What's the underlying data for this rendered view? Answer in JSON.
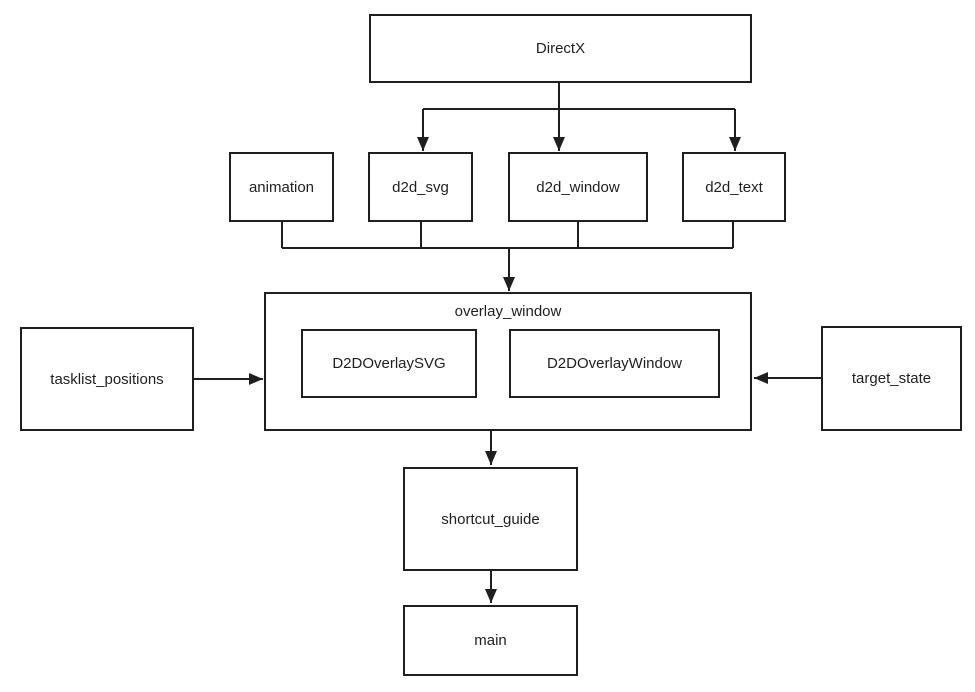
{
  "diagram": {
    "kind": "dependency-flowchart",
    "colors": {
      "background": "#ffffff",
      "line": "#1f1f1f",
      "box_border": "#1f1f1f",
      "box_fill": "#ffffff",
      "text": "#1f1f1f"
    },
    "nodes": {
      "directx": {
        "label": "DirectX"
      },
      "animation": {
        "label": "animation"
      },
      "d2d_svg": {
        "label": "d2d_svg"
      },
      "d2d_window": {
        "label": "d2d_window"
      },
      "d2d_text": {
        "label": "d2d_text"
      },
      "overlay_window": {
        "label": "overlay_window"
      },
      "d2d_overlay_svg": {
        "label": "D2DOverlaySVG"
      },
      "d2d_overlay_window": {
        "label": "D2DOverlayWindow"
      },
      "tasklist_positions": {
        "label": "tasklist_positions"
      },
      "target_state": {
        "label": "target_state"
      },
      "shortcut_guide": {
        "label": "shortcut_guide"
      },
      "main": {
        "label": "main"
      }
    },
    "edges": [
      {
        "from": "DirectX",
        "to": "d2d_svg"
      },
      {
        "from": "DirectX",
        "to": "d2d_window"
      },
      {
        "from": "DirectX",
        "to": "d2d_text"
      },
      {
        "from": "animation",
        "to": "overlay_window"
      },
      {
        "from": "d2d_svg",
        "to": "overlay_window"
      },
      {
        "from": "d2d_window",
        "to": "overlay_window"
      },
      {
        "from": "d2d_text",
        "to": "overlay_window"
      },
      {
        "from": "tasklist_positions",
        "to": "overlay_window"
      },
      {
        "from": "target_state",
        "to": "overlay_window"
      },
      {
        "from": "overlay_window",
        "to": "shortcut_guide"
      },
      {
        "from": "shortcut_guide",
        "to": "main"
      }
    ]
  }
}
